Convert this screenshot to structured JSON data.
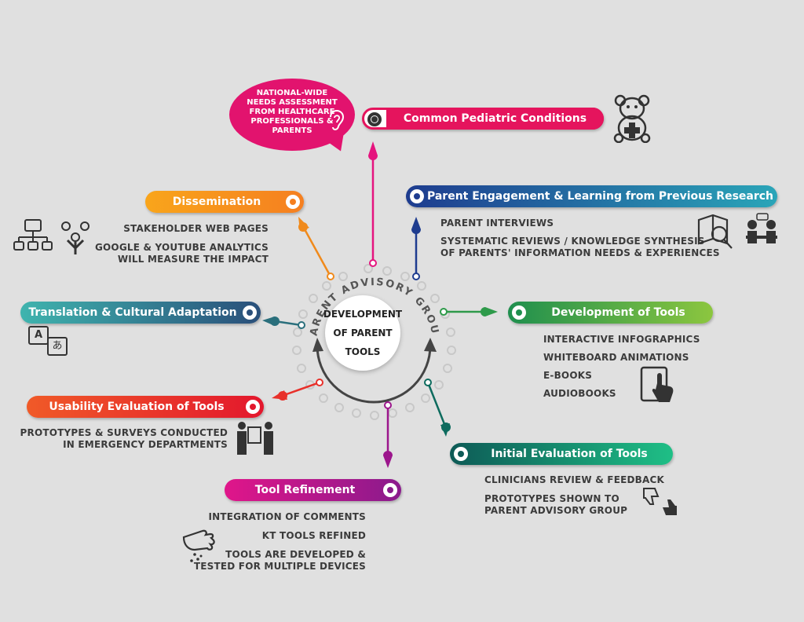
{
  "center": {
    "arc_label": "PARENT ADVISORY GROUP",
    "line1": "DEVELOPMENT",
    "line2": "OF PARENT",
    "line3": "TOOLS"
  },
  "bubble": {
    "line1": "NATIONAL-WIDE",
    "line2": "NEEDS ASSESSMENT",
    "line3": "FROM HEALTHCARE",
    "line4": "PROFESSIONALS &",
    "line5": "PARENTS"
  },
  "nodes": {
    "common": {
      "label": "Common Pediatric Conditions",
      "color": "#e5145d"
    },
    "engagement": {
      "label": "Parent Engagement & Learning from Previous Research",
      "color": "#1e3c8f",
      "items": [
        "PARENT INTERVIEWS",
        "SYSTEMATIC REVIEWS / KNOWLEDGE SYNTHESIS",
        "OF PARENTS' INFORMATION NEEDS & EXPERIENCES"
      ]
    },
    "development": {
      "label": "Development of Tools",
      "color": "#2e9a4a",
      "items": [
        "INTERACTIVE INFOGRAPHICS",
        "WHITEBOARD ANIMATIONS",
        "E-BOOKS",
        "AUDIOBOOKS"
      ]
    },
    "initial": {
      "label": "Initial Evaluation of Tools",
      "color": "#0d6b5e",
      "items": [
        "CLINICIANS REVIEW & FEEDBACK",
        "PROTOTYPES SHOWN TO",
        "PARENT ADVISORY GROUP"
      ]
    },
    "refinement": {
      "label": "Tool Refinement",
      "color": "#c0148a",
      "items": [
        "INTEGRATION OF COMMENTS",
        "KT TOOLS REFINED",
        "TOOLS ARE DEVELOPED &",
        "TESTED FOR MULTIPLE DEVICES"
      ]
    },
    "usability": {
      "label": "Usability Evaluation of Tools",
      "color": "#e8442a",
      "items": [
        "PROTOTYPES & SURVEYS CONDUCTED",
        "IN EMERGENCY DEPARTMENTS"
      ]
    },
    "translation": {
      "label": "Translation & Cultural Adaptation",
      "color": "#2a7d8c",
      "items": [
        "A",
        "あ"
      ]
    },
    "dissemination": {
      "label": "Dissemination",
      "color": "#f08a1c",
      "items": [
        "STAKEHOLDER WEB PAGES",
        "GOOGLE &  YOUTUBE ANALYTICS",
        "WILL MEASURE THE IMPACT"
      ]
    }
  }
}
